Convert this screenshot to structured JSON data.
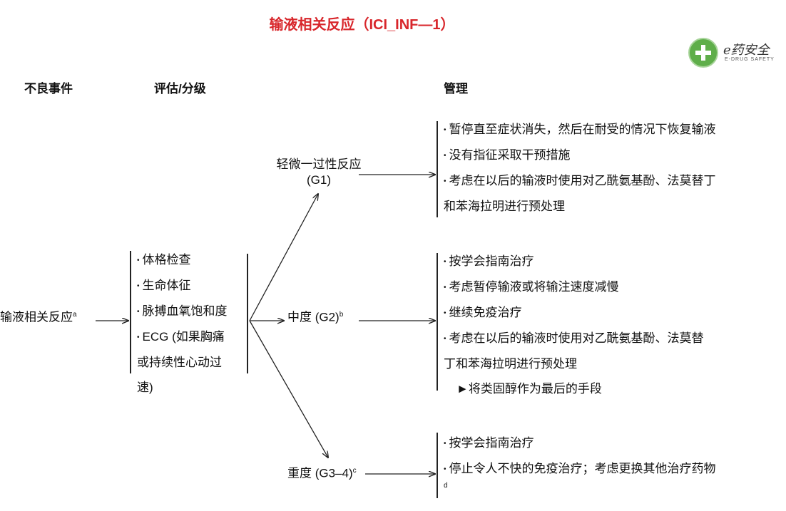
{
  "title": "输液相关反应（ICI_INF—1）",
  "logo": {
    "name": "e药安全",
    "subtitle": "E-DRUG SAFETY"
  },
  "headers": {
    "event": "不良事件",
    "grading": "评估/分级",
    "management": "管理"
  },
  "event": {
    "label": "输液相关反应",
    "note": "a"
  },
  "assessment": [
    "体格检查",
    "生命体征",
    "脉搏血氧饱和度",
    "ECG (如果胸痛",
    "或持续性心动过",
    "速)"
  ],
  "grades": {
    "g1": {
      "label_line1": "轻微一过性反应",
      "label_line2": "(G1)"
    },
    "g2": {
      "label": "中度 (G2)",
      "note": "b"
    },
    "g3": {
      "label": "重度 (G3–4)",
      "note": "c"
    }
  },
  "management": {
    "g1": [
      "暂停直至症状消失，然后在耐受的情况下恢复输液",
      "没有指征采取干预措施",
      "考虑在以后的输液时使用对乙酰氨基酚、法莫替丁",
      "和苯海拉明进行预处理"
    ],
    "g2": [
      "按学会指南治疗",
      "考虑暂停输液或将输注速度减慢",
      "继续免疫治疗",
      "考虑在以后的输液时使用对乙酰氨基酚、法莫替",
      "丁和苯海拉明进行预处理",
      "►将类固醇作为最后的手段"
    ],
    "g3": [
      "按学会指南治疗",
      "停止令人不快的免疫治疗；考虑更换其他治疗药物"
    ],
    "g3_note": "d"
  },
  "colors": {
    "title": "#d8262b",
    "logo_green": "#5fae4a"
  }
}
